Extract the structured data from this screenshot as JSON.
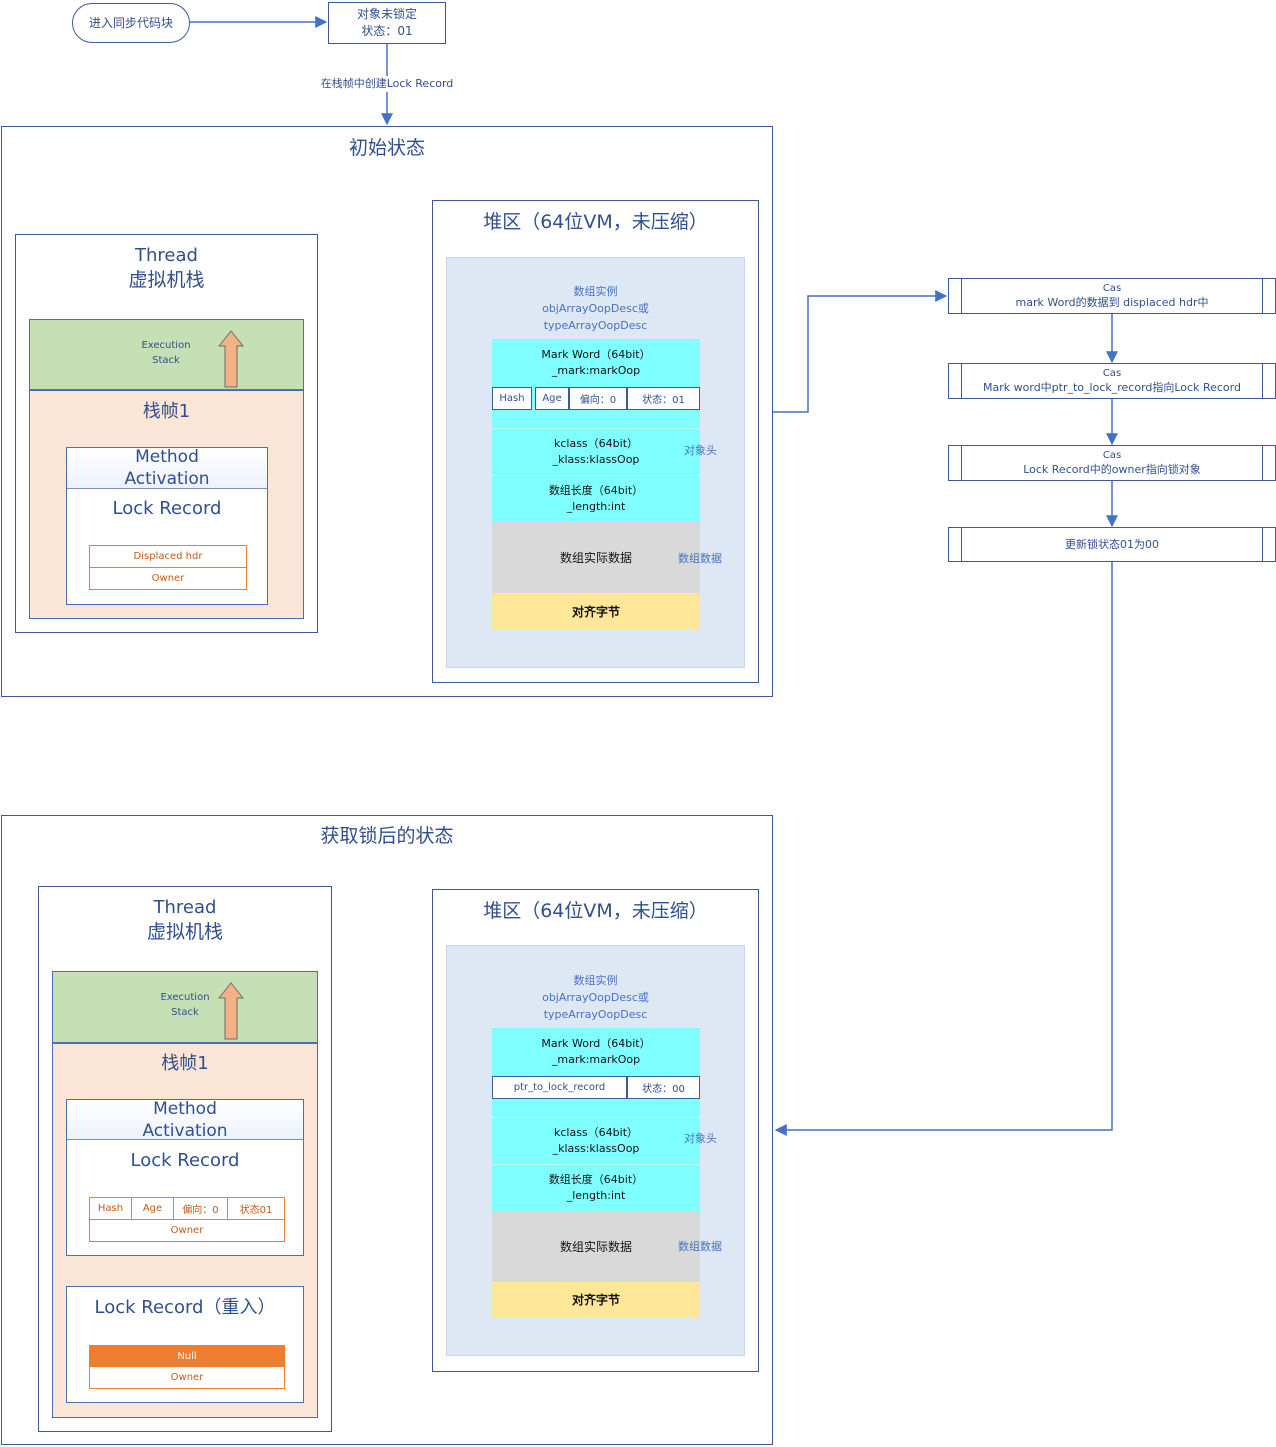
{
  "flow": {
    "start": "进入同步代码块",
    "unlocked_line1": "对象未锁定",
    "unlocked_line2": "状态：01",
    "create_label": "在栈帧中创建Lock Record"
  },
  "initial": {
    "title": "初始状态",
    "thread_line1": "Thread",
    "thread_line2": "虚拟机栈",
    "exec_line1": "Execution",
    "exec_line2": "Stack",
    "frame_title": "栈帧1",
    "method_line1": "Method",
    "method_line2": "Activation",
    "lock_record": "Lock Record",
    "displaced": "Displaced hdr",
    "owner": "Owner"
  },
  "heap_top": {
    "title": "堆区（64位VM，未压缩）",
    "inst_line1": "数组实例",
    "inst_line2": "objArrayOopDesc或",
    "inst_line3": "typeArrayOopDesc",
    "mark_line1": "Mark Word（64bit）",
    "mark_line2": "_mark:markOop",
    "hash": "Hash",
    "age": "Age",
    "bias": "偏向：0",
    "state": "状态：01",
    "kclass_line1": "kclass（64bit）",
    "kclass_line2": "_klass:klassOop",
    "len_line1": "数组长度（64bit）",
    "len_line2": "_length:int",
    "header_label": "对象头",
    "data": "数组实际数据",
    "data_label": "数组数据",
    "padding": "对齐字节"
  },
  "steps": [
    {
      "line1": "Cas",
      "line2": "mark Word的数据到 displaced hdr中"
    },
    {
      "line1": "Cas",
      "line2": "Mark word中ptr_to_lock_record指向Lock Record"
    },
    {
      "line1": "Cas",
      "line2": "Lock Record中的owner指向锁对象"
    },
    {
      "line1": "更新锁状态01为00"
    }
  ],
  "acquired": {
    "title": "获取锁后的状态",
    "thread_line1": "Thread",
    "thread_line2": "虚拟机栈",
    "exec_line1": "Execution",
    "exec_line2": "Stack",
    "frame_title": "栈帧1",
    "method_line1": "Method",
    "method_line2": "Activation",
    "lock_record": "Lock Record",
    "hash": "Hash",
    "age": "Age",
    "bias": "偏向：0",
    "state": "状态01",
    "owner": "Owner",
    "reentry_title": "Lock Record（重入）",
    "null": "Null",
    "owner2": "Owner"
  },
  "heap_bottom": {
    "title": "堆区（64位VM，未压缩）",
    "inst_line1": "数组实例",
    "inst_line2": "objArrayOopDesc或",
    "inst_line3": "typeArrayOopDesc",
    "mark_line1": "Mark Word（64bit）",
    "mark_line2": "_mark:markOop",
    "ptr": "ptr_to_lock_record",
    "state": "状态：00",
    "kclass_line1": "kclass（64bit）",
    "kclass_line2": "_klass:klassOop",
    "len_line1": "数组长度（64bit）",
    "len_line2": "_length:int",
    "header_label": "对象头",
    "data": "数组实际数据",
    "data_label": "数组数据",
    "padding": "对齐字节"
  },
  "colors": {
    "line": "#4472c4",
    "stack_green": "#c5e0b4",
    "frame_peach": "#fbe5d6",
    "cyan": "#7fffff",
    "padding_yellow": "#ffe699",
    "null_orange": "#ed7d31"
  }
}
